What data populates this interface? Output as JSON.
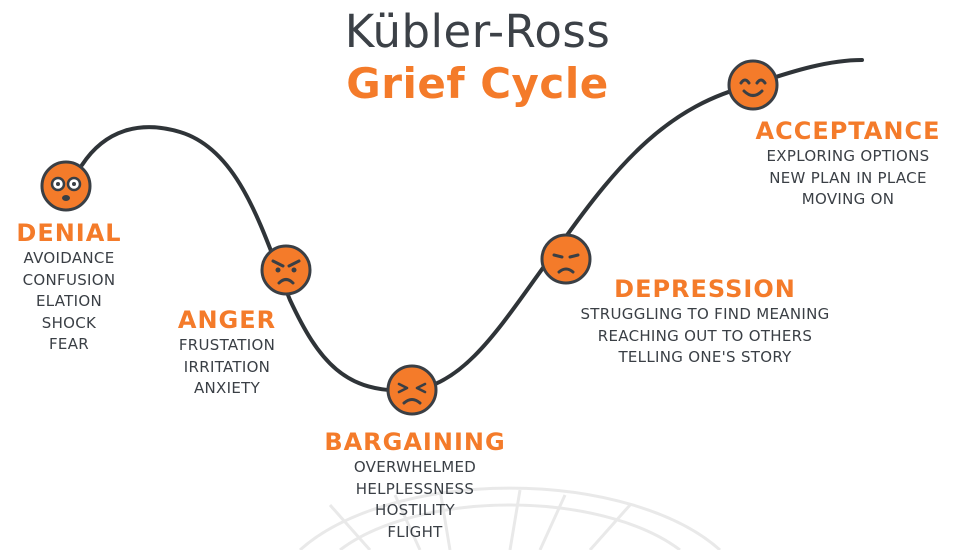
{
  "title": {
    "line1": "Kübler-Ross",
    "line2": "Grief Cycle"
  },
  "colors": {
    "accent": "#f47b2a",
    "curve": "#2f3438",
    "text": "#3a3f45",
    "face_outline": "#3a3f45"
  },
  "stages": [
    {
      "id": "denial",
      "name": "DENIAL",
      "face": "shocked-face-icon",
      "descriptors": [
        "AVOIDANCE",
        "CONFUSION",
        "ELATION",
        "SHOCK",
        "FEAR"
      ]
    },
    {
      "id": "anger",
      "name": "ANGER",
      "face": "angry-face-icon",
      "descriptors": [
        "FRUSTATION",
        "IRRITATION",
        "ANXIETY"
      ]
    },
    {
      "id": "bargaining",
      "name": "BARGAINING",
      "face": "distressed-face-icon",
      "descriptors": [
        "OVERWHELMED",
        "HELPLESSNESS",
        "HOSTILITY",
        "FLIGHT"
      ]
    },
    {
      "id": "depression",
      "name": "DEPRESSION",
      "face": "sad-face-icon",
      "descriptors": [
        "STRUGGLING TO FIND MEANING",
        "REACHING OUT TO OTHERS",
        "TELLING ONE'S STORY"
      ]
    },
    {
      "id": "acceptance",
      "name": "ACCEPTANCE",
      "face": "smiling-face-icon",
      "descriptors": [
        "EXPLORING OPTIONS",
        "NEW PLAN IN PLACE",
        "MOVING ON"
      ]
    }
  ]
}
